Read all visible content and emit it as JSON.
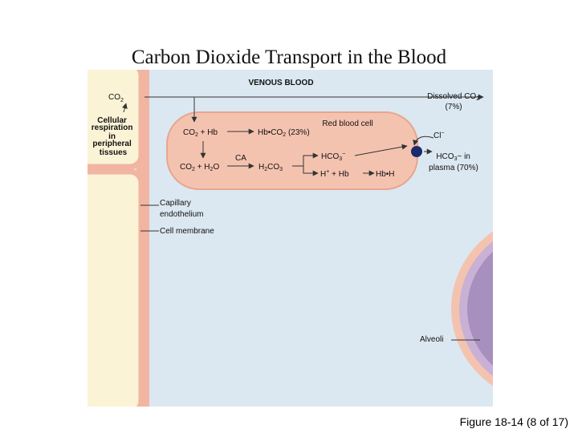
{
  "title": "Carbon Dioxide Transport in the Blood",
  "caption": "Figure 18-14 (8 of 17)",
  "colors": {
    "plasma": "#dbe8f1",
    "tissue_cell": "#fbf3d6",
    "cell_border": "#f1b5a2",
    "rbc": "#f4c3b0",
    "alveolus": "#c9b1d6",
    "transporter": "#1c2a6e"
  },
  "labels": {
    "venous_blood": "VENOUS BLOOD",
    "co2": "CO",
    "co2_sub": "2",
    "cellular_respiration": [
      "Cellular",
      "respiration",
      "in",
      "peripheral",
      "tissues"
    ],
    "dissolved_co2": "Dissolved CO",
    "dissolved_co2_sub": "2",
    "dissolved_pct": "(7%)",
    "red_blood_cell": "Red blood cell",
    "co2_hb_a": "CO",
    "co2_hb_sub": "2",
    "co2_hb_b": " + Hb",
    "hb_co2_a": "Hb•CO",
    "hb_co2_sub": "2",
    "hb_co2_b": " (23%)",
    "ca": "CA",
    "co2_h2o_a": "CO",
    "co2_h2o_sub1": "2",
    "co2_h2o_b": " + H",
    "co2_h2o_sub2": "2",
    "co2_h2o_c": "O",
    "h2co3_a": "H",
    "h2co3_sub1": "2",
    "h2co3_b": "CO",
    "h2co3_sub2": "3",
    "hco3_a": "HCO",
    "hco3_sub": "3",
    "hco3_sup": "−",
    "h_hb_a": "H",
    "h_hb_sup": "+",
    "h_hb_b": " + Hb",
    "hb_h": "Hb•H",
    "cl": "Cl",
    "cl_sup": "−",
    "hco3_plasma_a": "HCO",
    "hco3_plasma_sub": "3",
    "hco3_plasma_b": "− in",
    "plasma_pct": "plasma (70%)",
    "capillary_endothelium": [
      "Capillary",
      "endothelium"
    ],
    "cell_membrane": "Cell membrane",
    "alveoli": "Alveoli"
  }
}
